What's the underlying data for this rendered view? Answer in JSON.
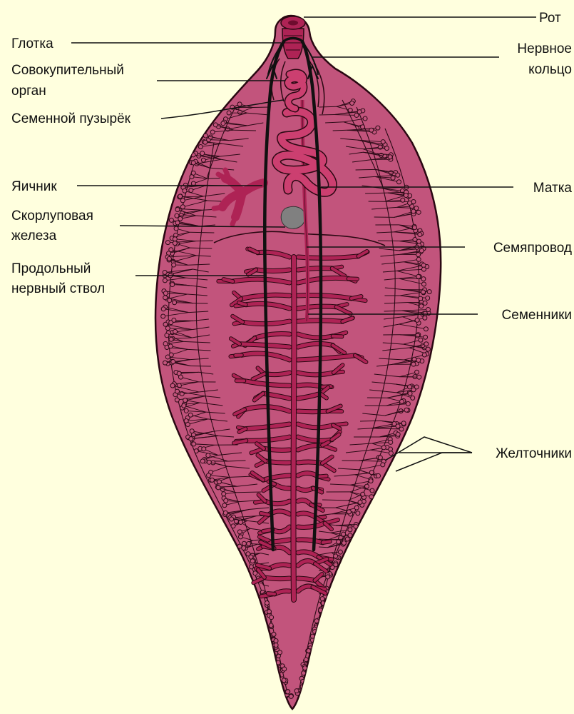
{
  "colors": {
    "background": "#FFFFDE",
    "body": "#C2547C",
    "organs": "#AE2355",
    "organ_light": "#CC3F70",
    "outline": "#2a0812",
    "nerve": "#111111",
    "shell_gland": "#808080"
  },
  "labels": {
    "mouth": "Рот",
    "pharynx": "Глотка",
    "nerve_ring_1": "Нервное",
    "nerve_ring_2": "кольцо",
    "copulatory_1": "Совокупительный",
    "copulatory_2": "орган",
    "seminal_vesicle": "Семенной пузырёк",
    "ovary": "Яичник",
    "uterus": "Матка",
    "shell_gland_1": "Скорлуповая",
    "shell_gland_2": "железа",
    "vas_deferens": "Семяпровод",
    "nerve_trunk_1": "Продольный",
    "nerve_trunk_2": "нервный ствол",
    "testes": "Семенники",
    "vitellaria": "Желточники"
  }
}
